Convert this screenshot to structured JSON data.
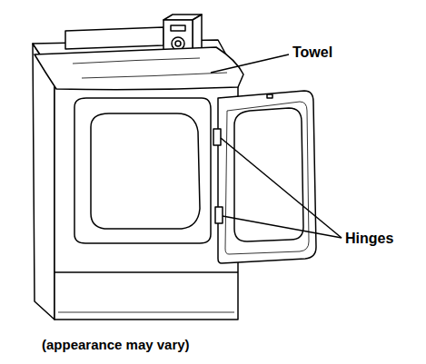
{
  "diagram": {
    "caption": "(appearance may vary)",
    "labels": [
      "Towel",
      "Hinges"
    ]
  }
}
